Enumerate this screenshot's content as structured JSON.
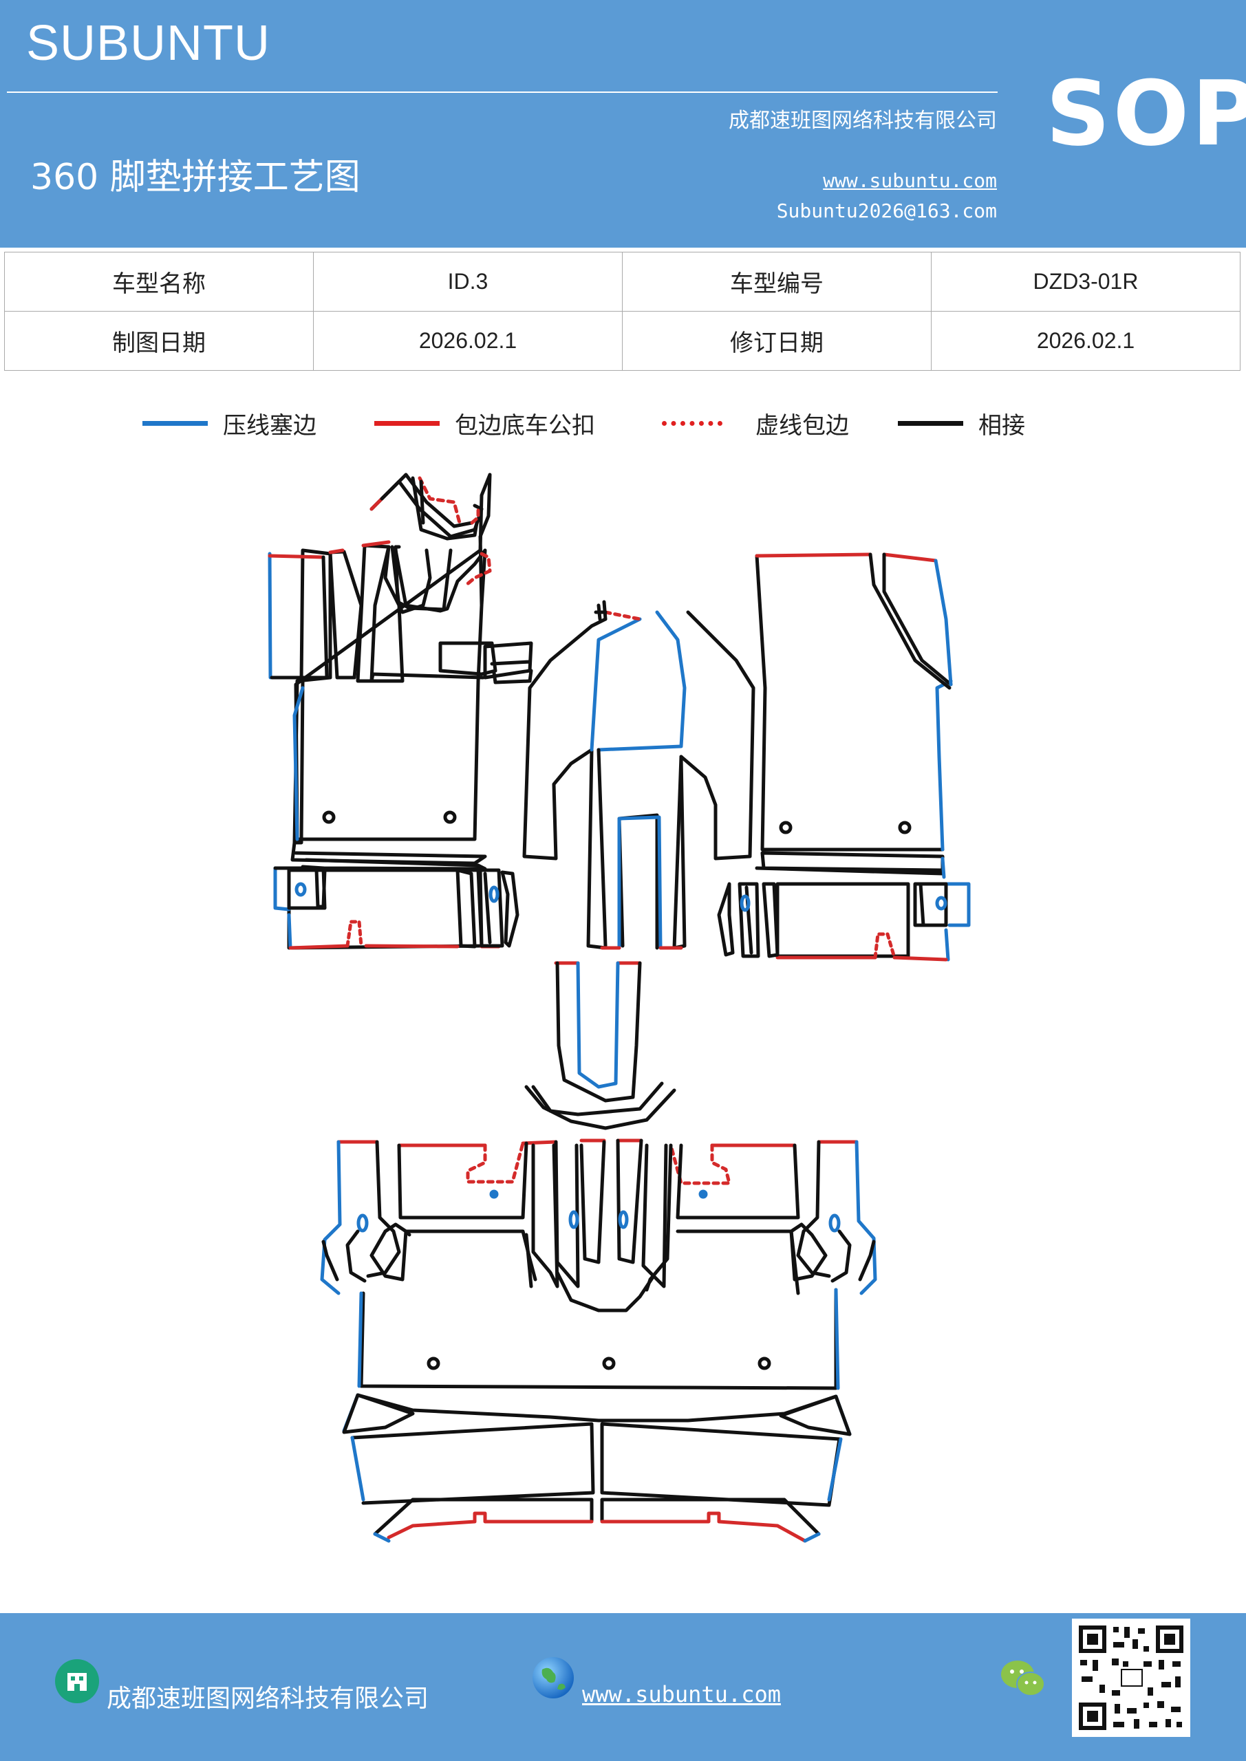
{
  "header": {
    "brand": "SUBUNTU",
    "company": "成都速班图网络科技有限公司",
    "title": "360 脚垫拼接工艺图",
    "website": "www.subuntu.com",
    "email": "Subuntu2026@163.com",
    "badge": "SOP"
  },
  "info_table": {
    "row1": {
      "label1": "车型名称",
      "value1": "ID.3",
      "label2": "车型编号",
      "value2": "DZD3-01R"
    },
    "row2": {
      "label1": "制图日期",
      "value1": "2026.02.1",
      "label2": "修订日期",
      "value2": "2026.02.1"
    }
  },
  "legend": [
    {
      "label": "压线塞边",
      "color": "#1f77c9",
      "style": "solid"
    },
    {
      "label": "包边底车公扣",
      "color": "#e02020",
      "style": "solid"
    },
    {
      "label": "虚线包边",
      "color": "#e02020",
      "style": "dashed"
    },
    {
      "label": "相接",
      "color": "#000000",
      "style": "solid"
    }
  ],
  "colors": {
    "header_bg": "#5b9bd5",
    "blue_line": "#1f77c9",
    "red_line": "#d42a2a",
    "black_line": "#111111"
  },
  "icons": {
    "company": "building-icon",
    "web": "globe-icon",
    "wechat": "wechat-icon",
    "qr": "qr-code-icon"
  },
  "footer": {
    "company": "成都速班图网络科技有限公司",
    "website": "www.subuntu.com"
  }
}
